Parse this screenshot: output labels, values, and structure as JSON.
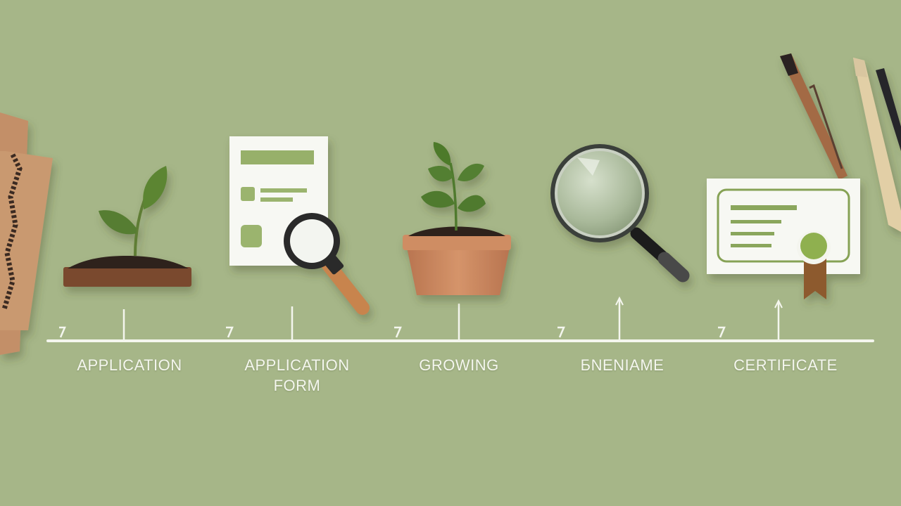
{
  "colors": {
    "background": "#a6b688",
    "timeline": "#f4f6ee",
    "leaf": "#4f7a2e",
    "soil": "#3a2a1e",
    "terracotta": "#c9865a",
    "cork": "#c4916a",
    "paper": "#f7f8f3",
    "accent": "#8aa65b"
  },
  "steps": [
    {
      "icon": "seedling-in-soil-icon",
      "label_lines": [
        "APPLICATION"
      ]
    },
    {
      "icon": "form-and-magnifier-icon",
      "label_lines": [
        "APPLICATION",
        "FORM"
      ]
    },
    {
      "icon": "potted-plant-icon",
      "label_lines": [
        "GROWING"
      ]
    },
    {
      "icon": "magnifying-glass-icon",
      "label_lines": [
        "БNENIAME"
      ]
    },
    {
      "icon": "certificate-icon",
      "label_lines": [
        "CERTIFICATE"
      ]
    }
  ],
  "decor": [
    "cork-boards-icon",
    "pens-icon"
  ]
}
